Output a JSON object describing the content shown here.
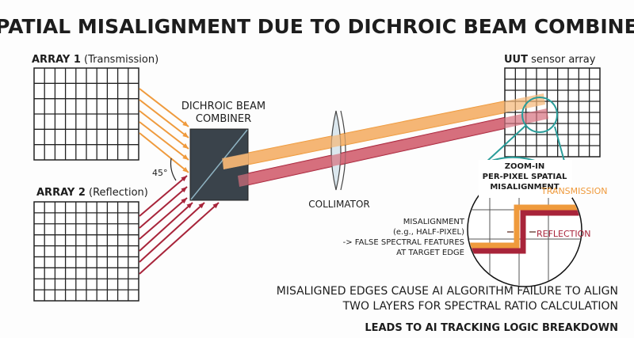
{
  "title": "SPATIAL MISALIGNMENT DUE TO DICHROIC BEAM COMBINER",
  "array1": {
    "bold": "ARRAY 1",
    "rest": "(Transmission)"
  },
  "array2": {
    "bold": "ARRAY 2",
    "rest": "(Reflection)"
  },
  "combiner": {
    "line1": "DICHROIC BEAM",
    "line2": "COMBINER"
  },
  "angle": "45°",
  "collimator": "COLLIMATOR",
  "uut": {
    "bold": "UUT",
    "rest": "sensor array"
  },
  "zoom": {
    "line1": "ZOOM-IN",
    "line2": "PER-PIXEL SPATIAL",
    "line3": "MISALIGNMENT"
  },
  "transmission": "TRANSMISSION",
  "reflection": "REFLECTION",
  "misalignment": {
    "line1": "MISALIGNMENT",
    "line2": "(e.g., HALF-PIXEL)",
    "line3": "-> FALSE SPECTRAL FEATURES",
    "line4": "AT TARGET EDGE"
  },
  "footer": {
    "line1": "MISALIGNED EDGES CAUSE AI ALGORITHM FAILURE TO ALIGN",
    "line2": "TWO LAYERS FOR SPECTRAL RATIO CALCULATION",
    "line3": "LEADS TO AI TRACKING LOGIC BREAKDOWN"
  },
  "colors": {
    "orange": "#ef9a3c",
    "red": "#a8243a",
    "teal": "#2a9d9a",
    "dark": "#3a434b"
  }
}
